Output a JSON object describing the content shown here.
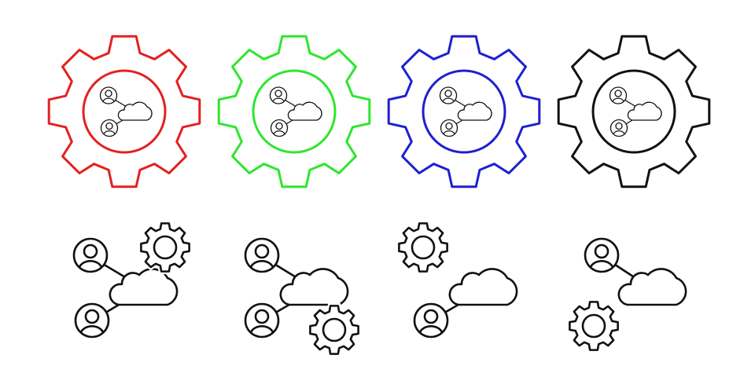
{
  "big_gear_icons": [
    {
      "name": "gear-red",
      "color": "#e32020"
    },
    {
      "name": "gear-green",
      "color": "#2ee62e"
    },
    {
      "name": "gear-blue",
      "color": "#1f1fd0"
    },
    {
      "name": "gear-black",
      "color": "#111111"
    }
  ],
  "inner_icon_color": "#111111",
  "small_icons": [
    {
      "name": "users-cloud-gear-top-right",
      "parts": [
        "user",
        "user",
        "cloud",
        "gear"
      ]
    },
    {
      "name": "users-cloud-gear-bottom-right",
      "parts": [
        "user",
        "user",
        "cloud",
        "gear"
      ]
    },
    {
      "name": "gear-user-cloud-top-left",
      "parts": [
        "gear",
        "user",
        "cloud"
      ]
    },
    {
      "name": "user-gear-cloud-bottom-left",
      "parts": [
        "user",
        "gear",
        "cloud"
      ]
    }
  ],
  "small_icon_color": "#111111"
}
